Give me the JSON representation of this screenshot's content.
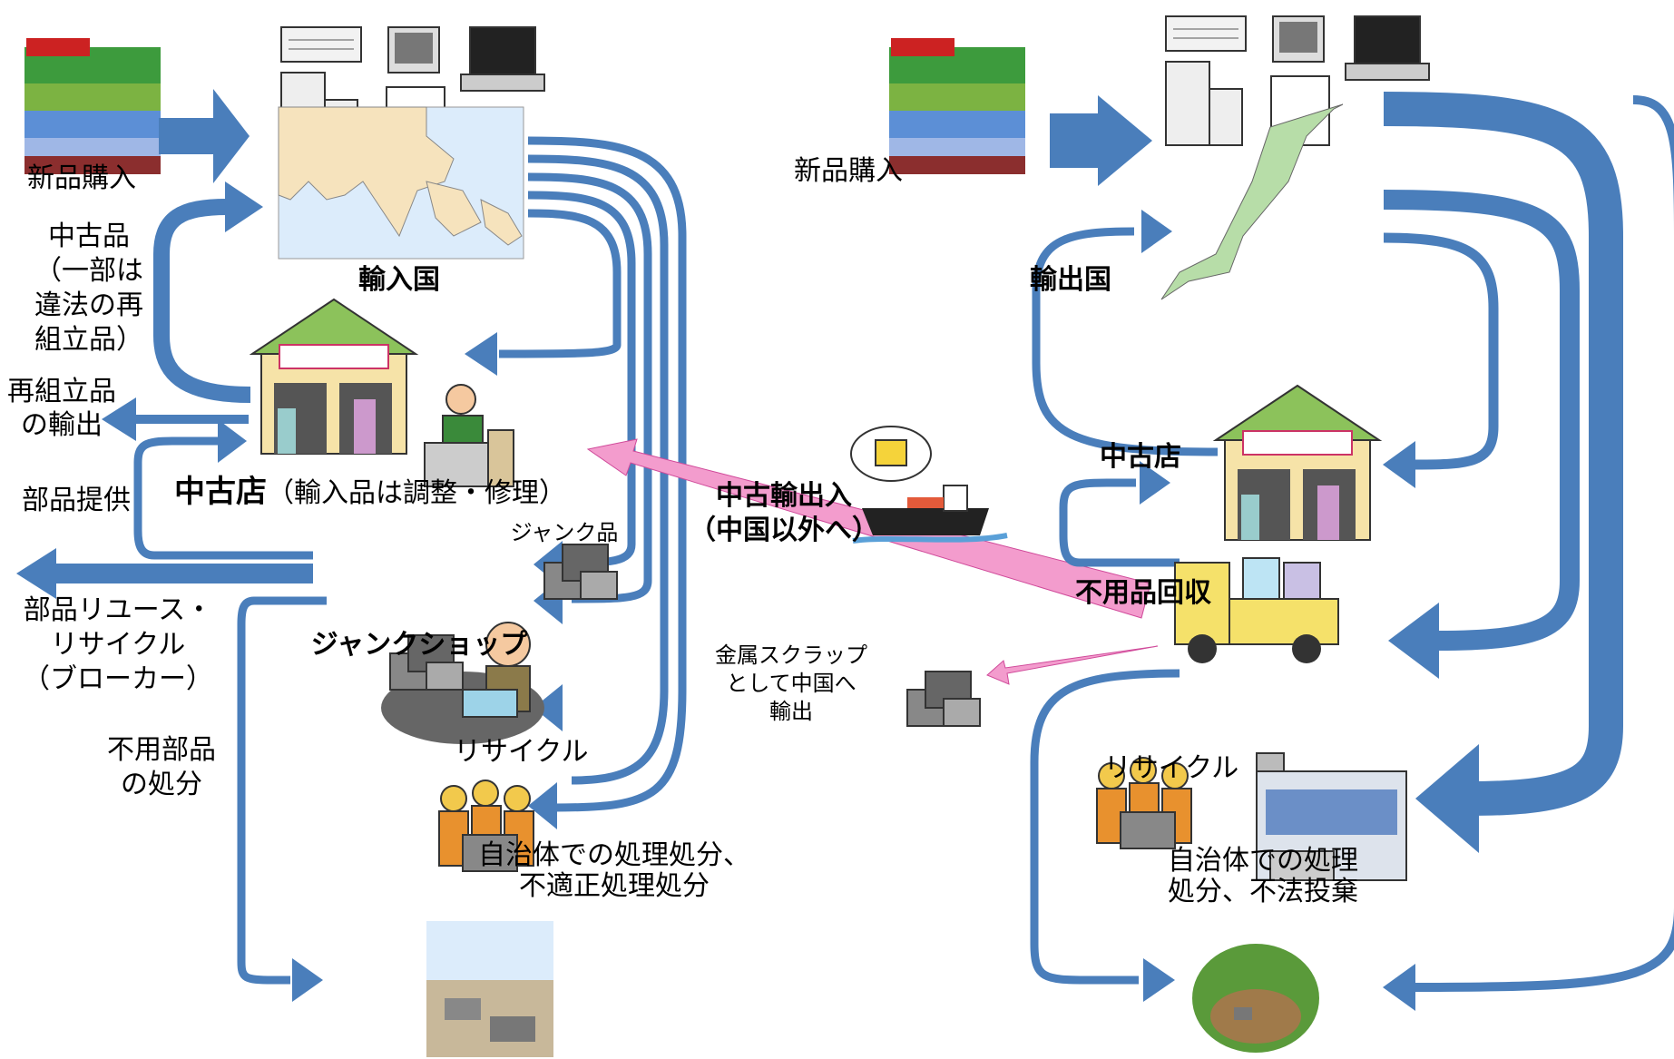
{
  "colors": {
    "arrow_blue": "#4a7ebb",
    "arrow_pink": "#f39ccd",
    "map_sea": "#dcecfb",
    "map_land": "#f6e3bd",
    "japan_land": "#b7dda8"
  },
  "left": {
    "new_purchase": "新品購入",
    "import_country": "輸入国",
    "used_goods_1": "中古品",
    "used_goods_2": "（一部は",
    "used_goods_3": "違法の再",
    "used_goods_4": "組立品）",
    "reassembled_1": "再組立品",
    "reassembled_2": "の輸出",
    "parts_supply": "部品提供",
    "used_shop": "中古店",
    "used_shop_note": "（輸入品は調整・修理）",
    "junk_items": "ジャンク品",
    "parts_reuse_1": "部品リユース・",
    "parts_reuse_2": "リサイクル",
    "parts_reuse_3": "（ブローカー）",
    "junk_shop": "ジャンクショップ",
    "unused_parts_1": "不用部品",
    "unused_parts_2": "の処分",
    "recycle": "リサイクル",
    "disposal_1": "自治体での処理処分、",
    "disposal_2": "不適正処理処分"
  },
  "center": {
    "trade_1": "中古輸出入",
    "trade_2": "（中国以外へ）",
    "scrap_1": "金属スクラップ",
    "scrap_2": "として中国へ",
    "scrap_3": "輸出"
  },
  "right": {
    "new_purchase": "新品購入",
    "export_country": "輸出国",
    "used_shop": "中古店",
    "collection": "不用品回収",
    "recycle": "リサイクル",
    "disposal_1": "自治体での処理",
    "disposal_2": "処分、不法投棄"
  }
}
